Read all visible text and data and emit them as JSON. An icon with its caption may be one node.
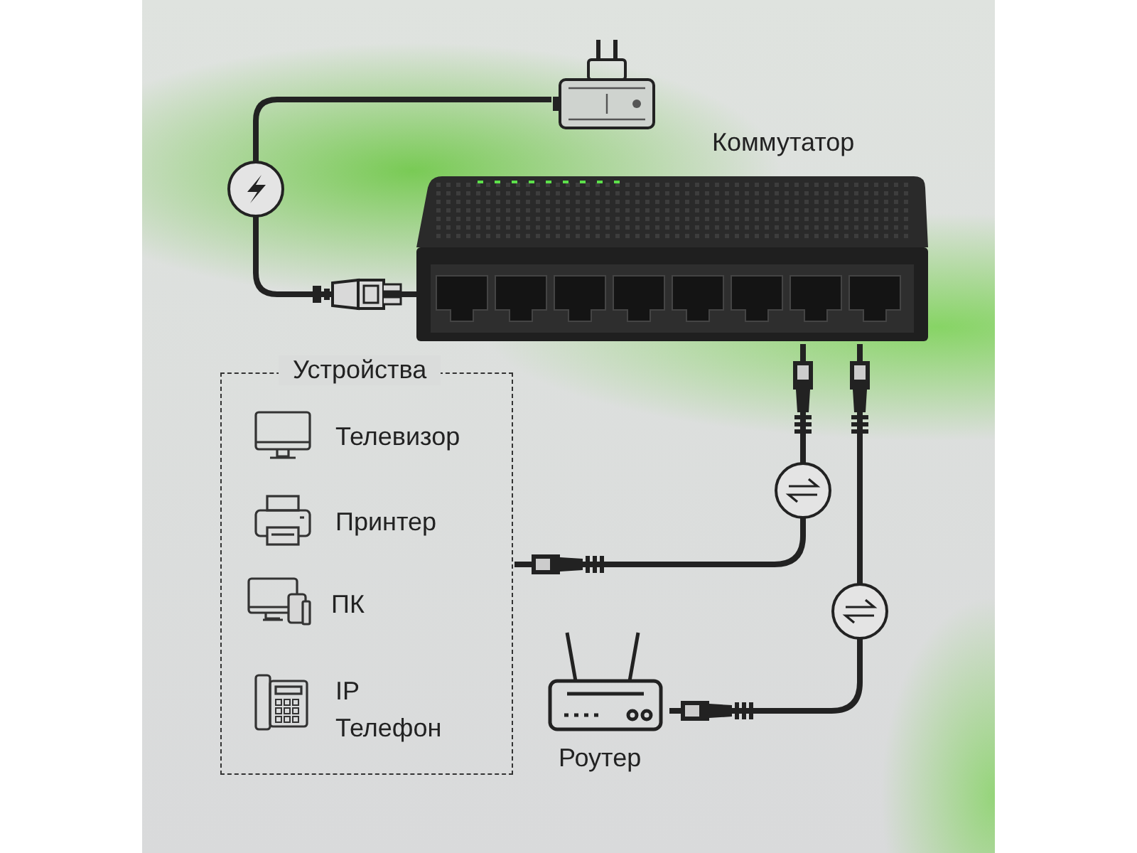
{
  "diagram": {
    "nodes": [
      {
        "text": [
          "Коммутатор"
        ]
      },
      {
        "text": [],
        "shape": "picture"
      },
      {
        "text": [
          "Устройства"
        ]
      },
      {
        "text": [
          "Телевизор"
        ],
        "in": 2
      },
      {
        "text": [
          "Принтер"
        ],
        "in": 2
      },
      {
        "text": [
          "ПК"
        ],
        "in": 2
      },
      {
        "text": [
          "IP Телефон"
        ],
        "in": 2
      },
      {
        "text": [
          "Роутер"
        ]
      }
    ],
    "edges": [
      {
        "from": 1,
        "to": 0,
        "arrow": "none"
      },
      {
        "from": 0,
        "to": 2,
        "arrow": "none"
      },
      {
        "from": 0,
        "to": 7,
        "arrow": "none"
      }
    ]
  }
}
